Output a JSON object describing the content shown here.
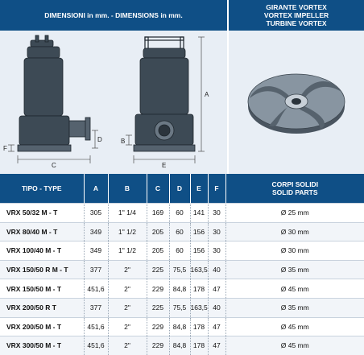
{
  "header": {
    "dimensions_title": "DIMENSIONI in mm. - DIMENSIONS in mm.",
    "impeller_title_1": "GIRANTE VORTEX",
    "impeller_title_2": "VORTEX IMPELLER",
    "impeller_title_3": "TURBINE VORTEX"
  },
  "drawing": {
    "labels": {
      "a": "A",
      "b": "B",
      "c": "C",
      "d": "D",
      "e": "E",
      "f": "F"
    }
  },
  "table": {
    "columns": {
      "type": "TIPO - TYPE",
      "a": "A",
      "b": "B",
      "c": "C",
      "d": "D",
      "e": "E",
      "f": "F",
      "solids_1": "CORPI SOLIDI",
      "solids_2": "SOLID PARTS"
    },
    "rows": [
      {
        "type": "VRX 50/32 M - T",
        "a": "305",
        "b": "1\" 1/4",
        "c": "169",
        "d": "60",
        "e": "141",
        "f": "30",
        "solids": "Ø 25 mm"
      },
      {
        "type": "VRX 80/40 M - T",
        "a": "349",
        "b": "1\" 1/2",
        "c": "205",
        "d": "60",
        "e": "156",
        "f": "30",
        "solids": "Ø 30 mm"
      },
      {
        "type": "VRX 100/40 M - T",
        "a": "349",
        "b": "1\" 1/2",
        "c": "205",
        "d": "60",
        "e": "156",
        "f": "30",
        "solids": "Ø 30 mm"
      },
      {
        "type": "VRX 150/50 R M - T",
        "a": "377",
        "b": "2\"",
        "c": "225",
        "d": "75,5",
        "e": "163,5",
        "f": "40",
        "solids": "Ø 35 mm"
      },
      {
        "type": "VRX 150/50 M - T",
        "a": "451,6",
        "b": "2\"",
        "c": "229",
        "d": "84,8",
        "e": "178",
        "f": "47",
        "solids": "Ø 45 mm"
      },
      {
        "type": "VRX 200/50 R T",
        "a": "377",
        "b": "2\"",
        "c": "225",
        "d": "75,5",
        "e": "163,5",
        "f": "40",
        "solids": "Ø 35 mm"
      },
      {
        "type": "VRX 200/50 M - T",
        "a": "451,6",
        "b": "2\"",
        "c": "229",
        "d": "84,8",
        "e": "178",
        "f": "47",
        "solids": "Ø 45 mm"
      },
      {
        "type": "VRX 300/50 M - T",
        "a": "451,6",
        "b": "2\"",
        "c": "229",
        "d": "84,8",
        "e": "178",
        "f": "47",
        "solids": "Ø 45 mm"
      }
    ]
  },
  "colors": {
    "header_blue": "#0f4f86",
    "drawing_bg": "#e8eef5"
  }
}
